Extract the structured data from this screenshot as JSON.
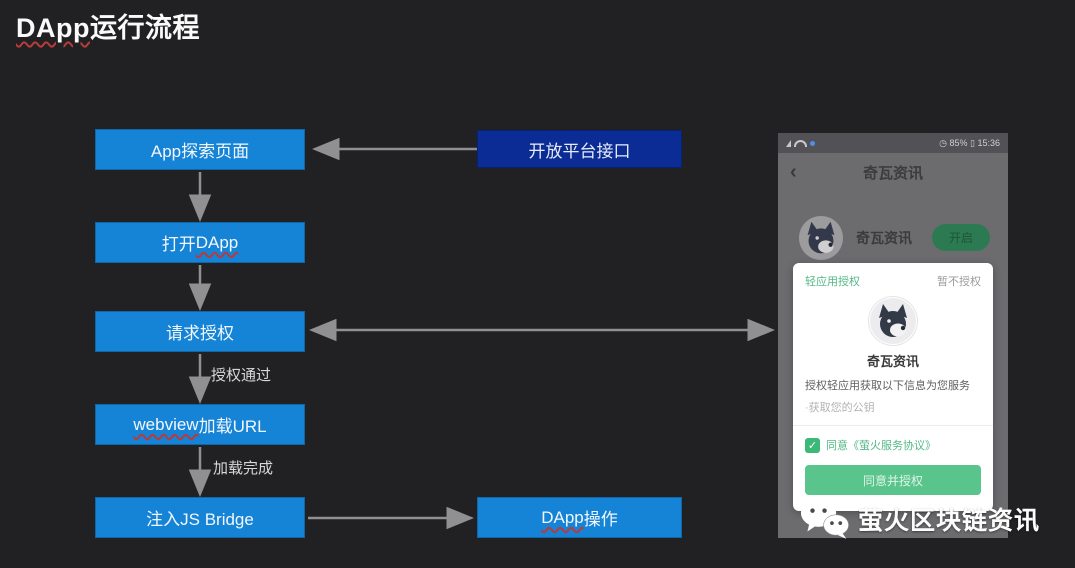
{
  "title": {
    "wavy_part": "DApp",
    "rest": "运行流程"
  },
  "flow": {
    "boxes": [
      {
        "id": "app-explore",
        "pre": "App探索页面",
        "wavy": "",
        "post": ""
      },
      {
        "id": "open-dapp",
        "pre": "打开",
        "wavy": "DApp",
        "post": ""
      },
      {
        "id": "request-auth",
        "pre": "请求授权",
        "wavy": "",
        "post": ""
      },
      {
        "id": "webview-load",
        "pre": "",
        "wavy": "webview",
        "post": "加载URL"
      },
      {
        "id": "inject-js",
        "pre": "注入JS Bridge",
        "wavy": "",
        "post": ""
      },
      {
        "id": "open-platform",
        "pre": "开放平台接口",
        "wavy": "",
        "post": ""
      },
      {
        "id": "dapp-operation",
        "pre": "",
        "wavy": "DApp",
        "post": "操作"
      }
    ],
    "edge_labels": {
      "auth_pass": "授权通过",
      "load_done": "加载完成"
    }
  },
  "phone": {
    "status": {
      "battery_icon": "◷",
      "battery": "85%",
      "clock_icon": "▯",
      "time": "15:36"
    },
    "nav": {
      "back": "‹",
      "title": "奇瓦资讯"
    },
    "profile": {
      "name": "奇瓦资讯",
      "action": "开启"
    },
    "auth_card": {
      "header": "轻应用授权",
      "dismiss": "暂不授权",
      "app_name": "奇瓦资讯",
      "desc": "授权轻应用获取以下信息为您服务",
      "scope": "·获取您的公钥",
      "check_mark": "✓",
      "agree": "同意《萤火服务协议》",
      "confirm": "同意并授权"
    }
  },
  "watermark": {
    "text": "萤火区块链资讯"
  },
  "colors": {
    "background": "#212023",
    "box_blue": "#1583d6",
    "box_navy": "#0a2c94",
    "arrow_gray": "#909092",
    "green": "#53b887"
  }
}
